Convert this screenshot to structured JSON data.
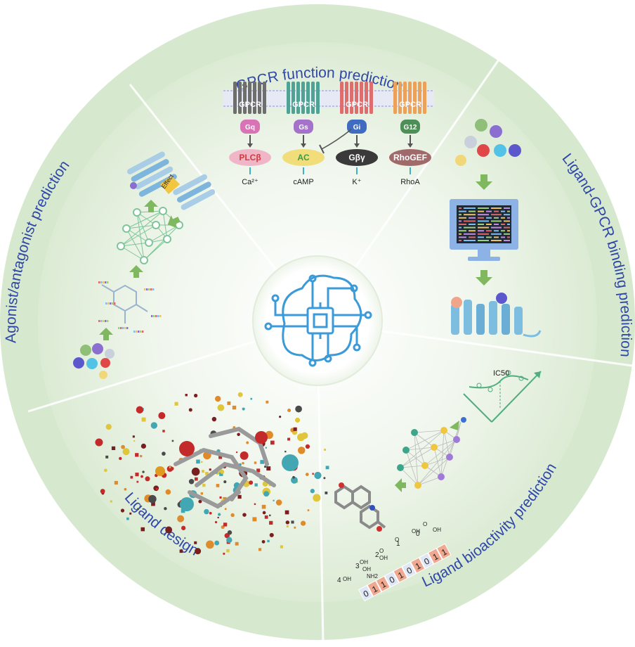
{
  "diagram": {
    "segments": {
      "gpcr_function": "GPCR function prediction",
      "ligand_binding": "Ligand-GPCR binding prediction",
      "bioactivity": "Ligand bioactivity prediction",
      "ligand_design": "Ligand design",
      "agonist": "Agonist/antagonist prediction"
    },
    "pathways": [
      {
        "receptor": "GPCR",
        "g_protein": "Gq",
        "effector": "PLCβ",
        "product": "Ca²⁺",
        "receptor_color": "#6e6e6e",
        "gp_color": "#d873b6",
        "eff_color": "#f0b6c8",
        "eff_text": "#d23a3a"
      },
      {
        "receptor": "GPCR",
        "g_protein": "Gs",
        "effector": "AC",
        "product": "cAMP",
        "receptor_color": "#4fa394",
        "gp_color": "#a472c8",
        "eff_color": "#f1de7a",
        "eff_text": "#3b9b46"
      },
      {
        "receptor": "GPCR",
        "g_protein": "Gi",
        "effector": "Gβγ",
        "product": "K⁺",
        "receptor_color": "#de6d6d",
        "gp_color": "#3f6cc0",
        "eff_color": "#3a3a3a",
        "eff_text": "#ffffff"
      },
      {
        "receptor": "GPCR",
        "g_protein": "G12",
        "effector": "RhoGEF",
        "product": "RhoA",
        "receptor_color": "#eba258",
        "gp_color": "#4e8f57",
        "eff_color": "#a06a6a",
        "eff_text": "#ffffff"
      }
    ],
    "agonist_effect_label": "Effect",
    "ic50_label": "IC50",
    "fingerprint": {
      "bits": [
        "0",
        "1",
        "1",
        "0",
        "1",
        "0",
        "1",
        "0",
        "1",
        "1"
      ],
      "indices": [
        "4",
        "3",
        "2",
        "1",
        "0"
      ],
      "groups": [
        "OH",
        "OH",
        "OH",
        "O",
        "OH",
        "O",
        "NH2",
        "OH",
        "O",
        "OH"
      ]
    }
  },
  "colors": {
    "ring_outer": "#cfe6c7",
    "ring_inner": "#e9f3e4",
    "center_icon": "#3b9ad8",
    "title_text": "#2f47a8",
    "arrow_green": "#7fb85f"
  }
}
